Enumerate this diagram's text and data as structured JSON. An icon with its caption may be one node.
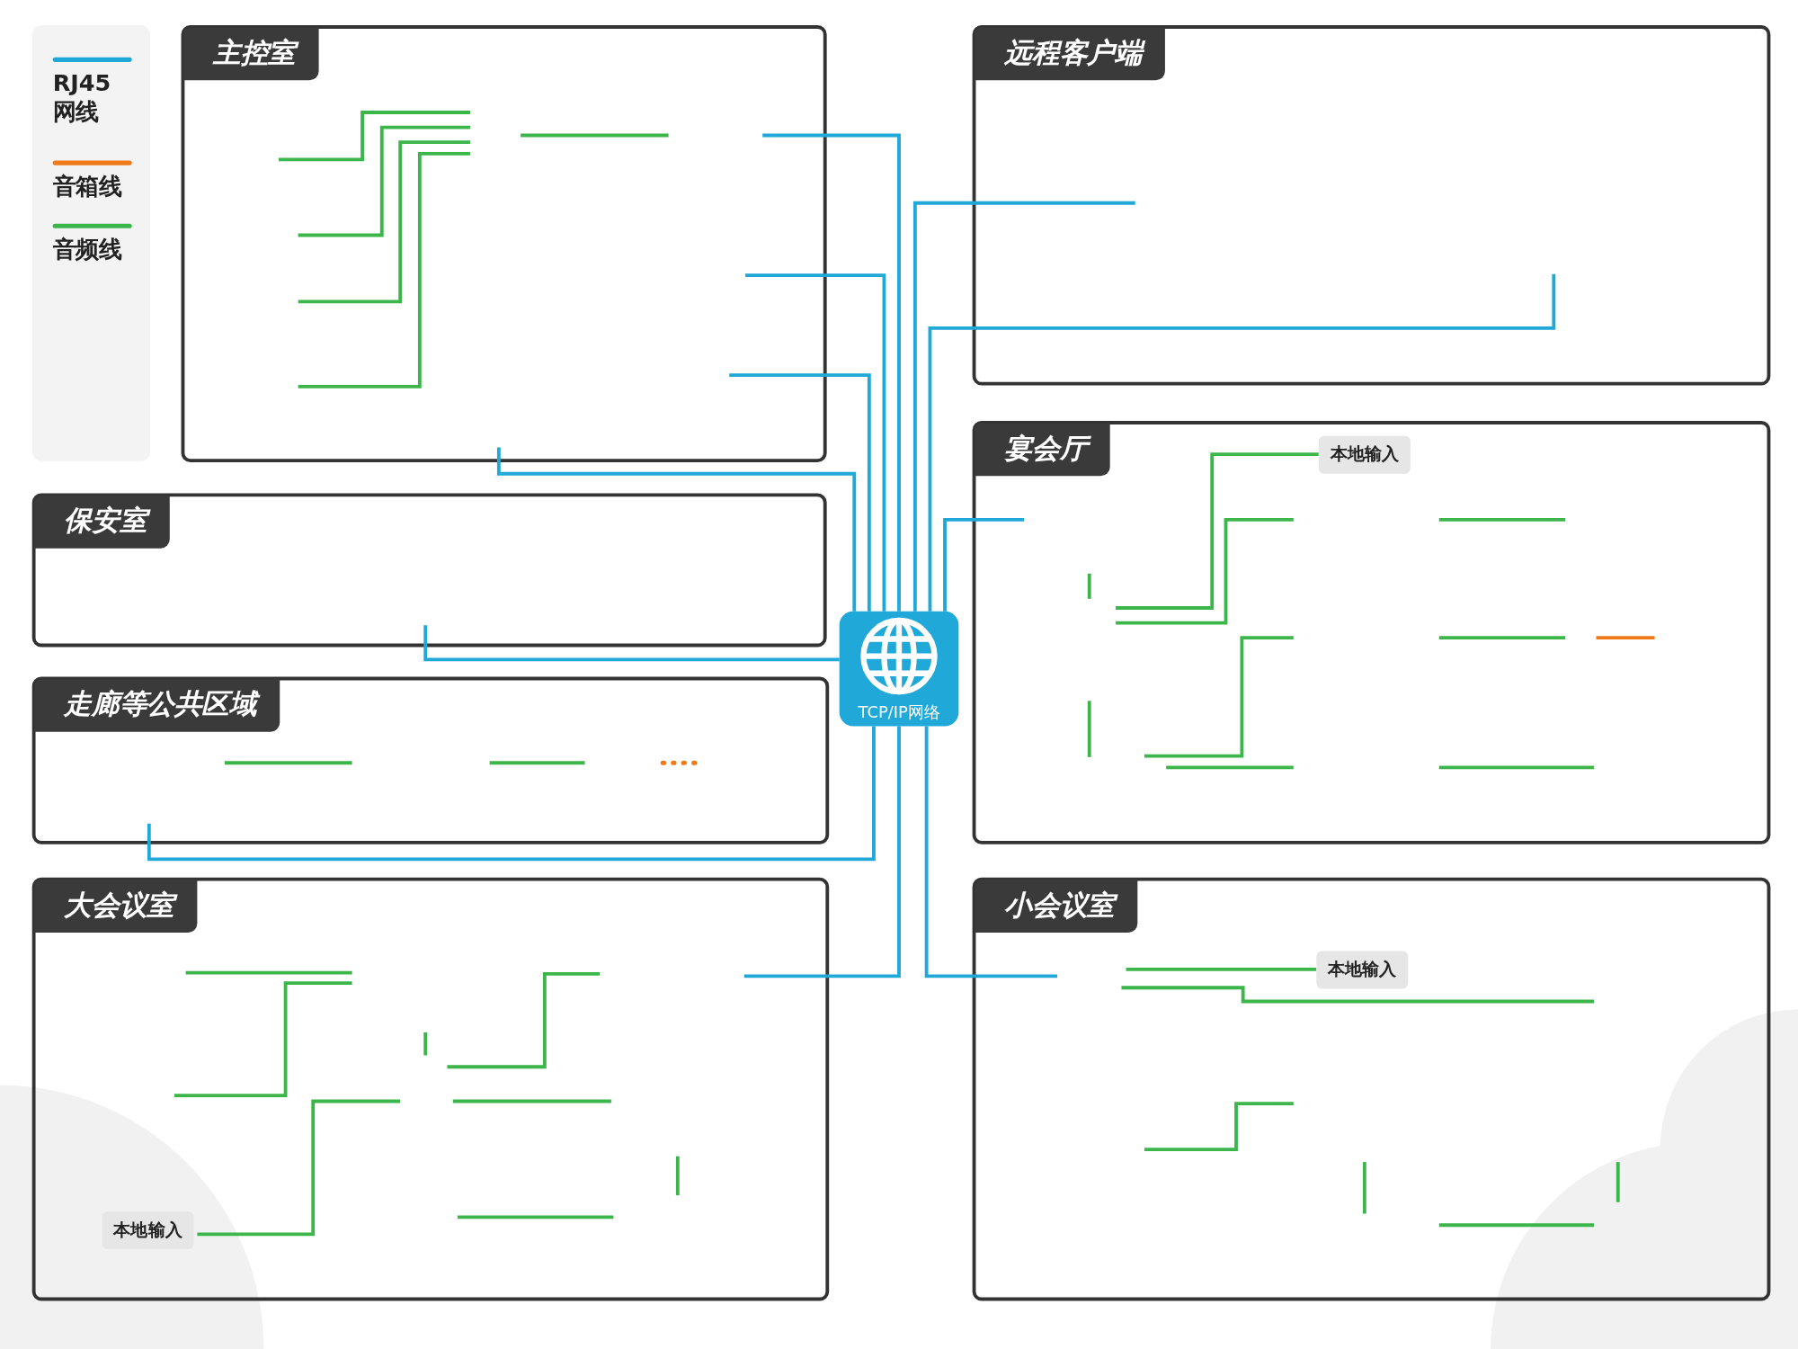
{
  "diagram": {
    "nodes": [
      {
        "text": [
          "主控室"
        ]
      },
      {
        "text": [
          "远程客户端"
        ]
      },
      {
        "text": [
          "保安室"
        ]
      },
      {
        "text": [
          "宴会厅"
        ]
      },
      {
        "text": [
          "走廊等公共区域"
        ]
      },
      {
        "text": [
          "大会议室"
        ]
      },
      {
        "text": [
          "小会议室"
        ]
      },
      {
        "text": [
          "TCP/IP网络"
        ]
      },
      {
        "text": [
          "本地输入"
        ],
        "in": 3
      },
      {
        "text": [
          "本地输入"
        ],
        "in": 6
      },
      {
        "text": [
          "本地输入"
        ],
        "in": 5
      }
    ],
    "edges": [
      {
        "from": 7,
        "to": 0,
        "arrow": "none"
      },
      {
        "from": 7,
        "to": 0,
        "arrow": "none"
      },
      {
        "from": 7,
        "to": 0,
        "arrow": "none"
      },
      {
        "from": 7,
        "to": 0,
        "arrow": "none"
      },
      {
        "from": 7,
        "to": 1,
        "arrow": "none"
      },
      {
        "from": 7,
        "to": 1,
        "arrow": "none"
      },
      {
        "from": 7,
        "to": 3,
        "arrow": "none"
      },
      {
        "from": 7,
        "to": 2,
        "arrow": "none"
      },
      {
        "from": 7,
        "to": 4,
        "arrow": "none"
      },
      {
        "from": 7,
        "to": 5,
        "arrow": "none"
      },
      {
        "from": 7,
        "to": 6,
        "arrow": "none"
      },
      {
        "from": 8,
        "to": null,
        "arrow": "none",
        "color": "#3cb54a"
      },
      {
        "from": 9,
        "to": null,
        "arrow": "none",
        "color": "#3cb54a"
      },
      {
        "from": 10,
        "to": null,
        "arrow": "none",
        "color": "#3cb54a"
      }
    ],
    "legend": [
      {
        "text": "RJ45 网线",
        "color": "#1fa8d8"
      },
      {
        "text": "音箱线",
        "color": "#f07a1a"
      },
      {
        "text": "音频线",
        "color": "#3cb54a"
      }
    ]
  }
}
